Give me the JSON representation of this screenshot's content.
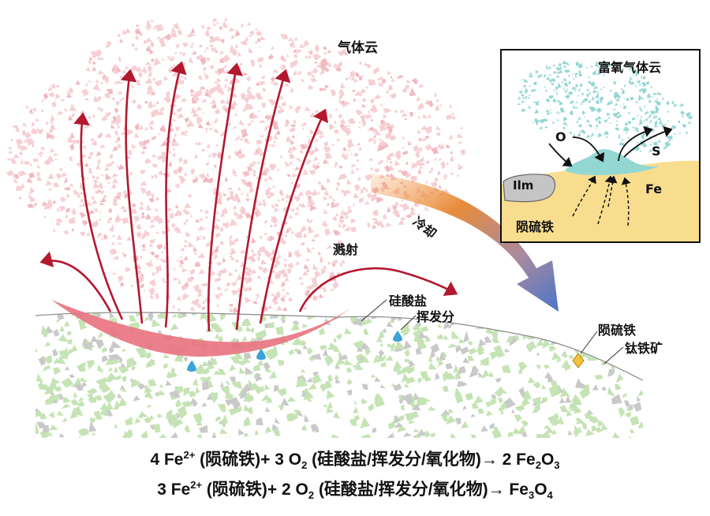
{
  "labels": {
    "gas_cloud": "气体云",
    "sputter": "溅射",
    "cooling": "冷却",
    "silicate": "硅酸盐",
    "volatile": "挥发分",
    "troilite": "陨硫铁",
    "ilmenite": "钛铁矿"
  },
  "inset": {
    "title": "富氧气体云",
    "o_label": "O",
    "s_label": "S",
    "ilm_label": "Ilm",
    "fe_label": "Fe",
    "troilite_label": "陨硫铁"
  },
  "equations": [
    {
      "c1": "4 Fe",
      "sup": "2+",
      "mid": " (陨硫铁)+ 3 O",
      "sub1": "2",
      "tail": " (硅酸盐/挥发分/氧化物)→ 2 Fe",
      "sub2": "2",
      "o": "O",
      "sub3": "3"
    },
    {
      "c1": "3 Fe",
      "sup": "2+",
      "mid": " (陨硫铁)+ 2 O",
      "sub1": "2",
      "tail": " (硅酸盐/挥发分/氧化物)→ Fe",
      "sub2": "3",
      "o": "O",
      "sub3": "4"
    }
  ],
  "colors": {
    "cloud_pink": "#f6cfd3",
    "arrow_red": "#b3182f",
    "crater_pink": "#e9727f",
    "soil_green": "#c5e3b4",
    "soil_gray": "#c9c9c9",
    "inset_cyan": "#93d7d3",
    "inset_sand": "#f9dd8f",
    "droplet_blue": "#3aa4d8",
    "cooling_arrow_start": "#e8863c",
    "cooling_arrow_end": "#4a74c9"
  }
}
